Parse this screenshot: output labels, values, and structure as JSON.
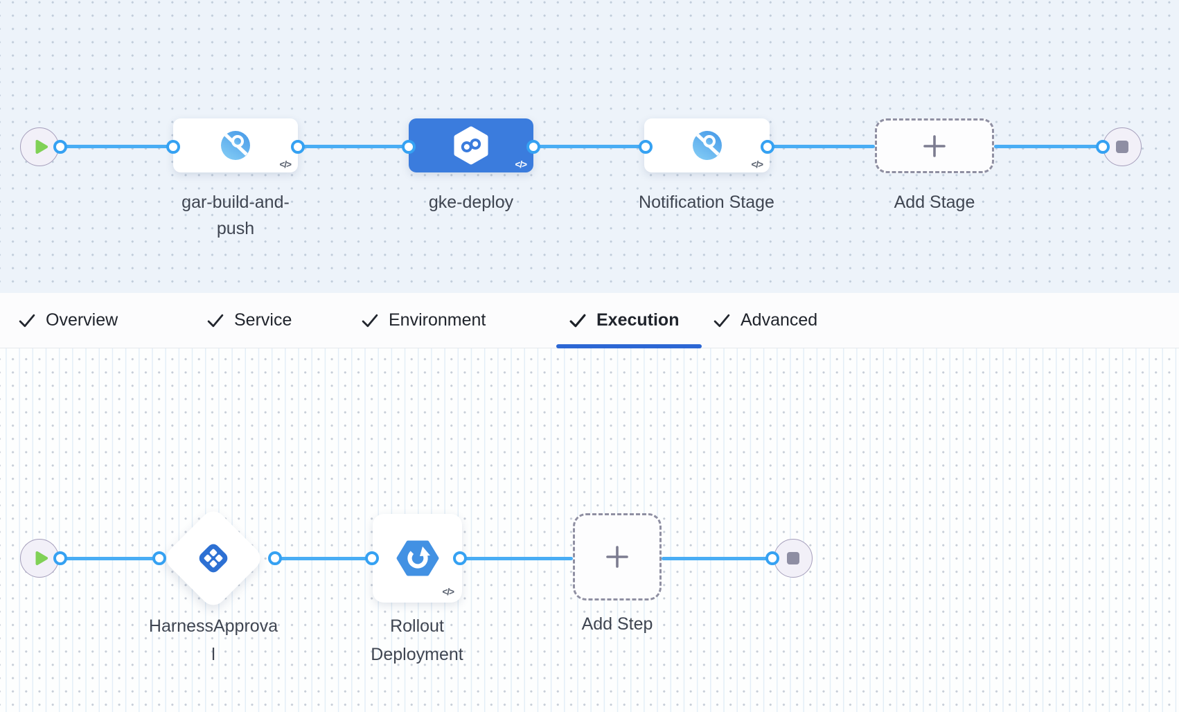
{
  "pipeline_stages": {
    "stages": [
      {
        "name": "gar-build-and-push",
        "type": "ci",
        "selected": false
      },
      {
        "name": "gke-deploy",
        "type": "cd",
        "selected": true
      },
      {
        "name": "Notification Stage",
        "type": "custom",
        "selected": false
      }
    ],
    "add_stage_label": "Add Stage"
  },
  "tabs": {
    "items": [
      {
        "label": "Overview",
        "checked": true,
        "active": false
      },
      {
        "label": "Service",
        "checked": true,
        "active": false
      },
      {
        "label": "Environment",
        "checked": true,
        "active": false
      },
      {
        "label": "Execution",
        "checked": true,
        "active": true
      },
      {
        "label": "Advanced",
        "checked": true,
        "active": false
      }
    ]
  },
  "execution_steps": {
    "steps": [
      {
        "name": "HarnessApproval",
        "type": "approval"
      },
      {
        "name": "Rollout Deployment",
        "type": "gke-rollout"
      }
    ],
    "add_step_label": "Add Step"
  },
  "glyphs": {
    "code": "</>"
  },
  "colors": {
    "edge_blue": "#49adf4",
    "port_blue": "#35a1f2",
    "selected_stage_blue": "#3b7cdd",
    "active_tab_underline": "#2c67d4",
    "play_green": "#80d156",
    "stop_gray": "#8e8ea3",
    "canvas_top_bg": "#edf3fa",
    "approval_icon_blue": "#2d70d3",
    "gke_icon_blue": "#4291e3"
  }
}
